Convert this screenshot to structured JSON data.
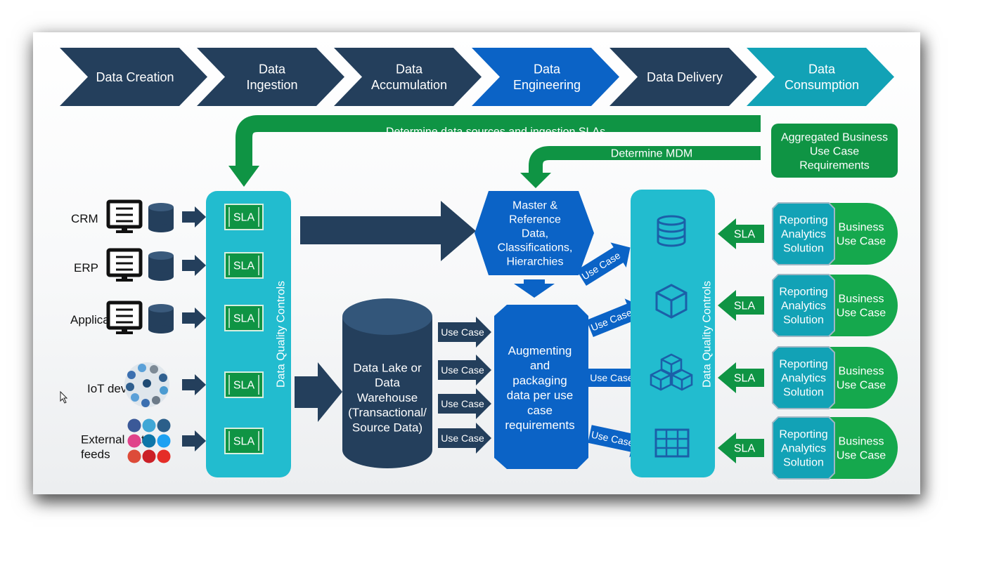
{
  "stages": [
    "Data Creation",
    "Data\nIngestion",
    "Data\nAccumulation",
    "Data\nEngineering",
    "Data Delivery",
    "Data\nConsumption"
  ],
  "feedback": {
    "top": "Determine data sources and ingestion SLAs",
    "mdm": "Determine MDM",
    "requirements": "Aggregated Business\nUse Case\nRequirements"
  },
  "sources": [
    "CRM",
    "ERP",
    "Applications",
    "IoT devices",
    "External data\nfeeds"
  ],
  "sla_label": "SLA",
  "dqc_label": "Data Quality Controls",
  "master_data": "Master &\nReference\nData,\nClassifications,\nHierarchies",
  "data_lake": "Data Lake or\nData\nWarehouse\n(Transactional/\nSource Data)",
  "augmenting": "Augmenting\nand\npackaging\ndata per use\ncase\nrequirements",
  "use_case_label": "Use Case",
  "consumers": [
    {
      "solution": "Reporting\nAnalytics\nSolution",
      "business": "Business\nUse Case"
    },
    {
      "solution": "Reporting\nAnalytics\nSolution",
      "business": "Business\nUse Case"
    },
    {
      "solution": "Reporting\nAnalytics\nSolution",
      "business": "Business\nUse Case"
    },
    {
      "solution": "Reporting\nAnalytics\nSolution",
      "business": "Business\nUse Case"
    }
  ],
  "colors": {
    "navy": "#243f5c",
    "blue": "#0b63c6",
    "teal": "#12a2b6",
    "cyan": "#22bccf",
    "green": "#0f9444",
    "green_light": "#15a84d"
  },
  "icons": {
    "source_computer": "computer-icon",
    "source_db": "database-icon",
    "iot": "iot-cluster-icon",
    "social": "social-media-icon"
  }
}
